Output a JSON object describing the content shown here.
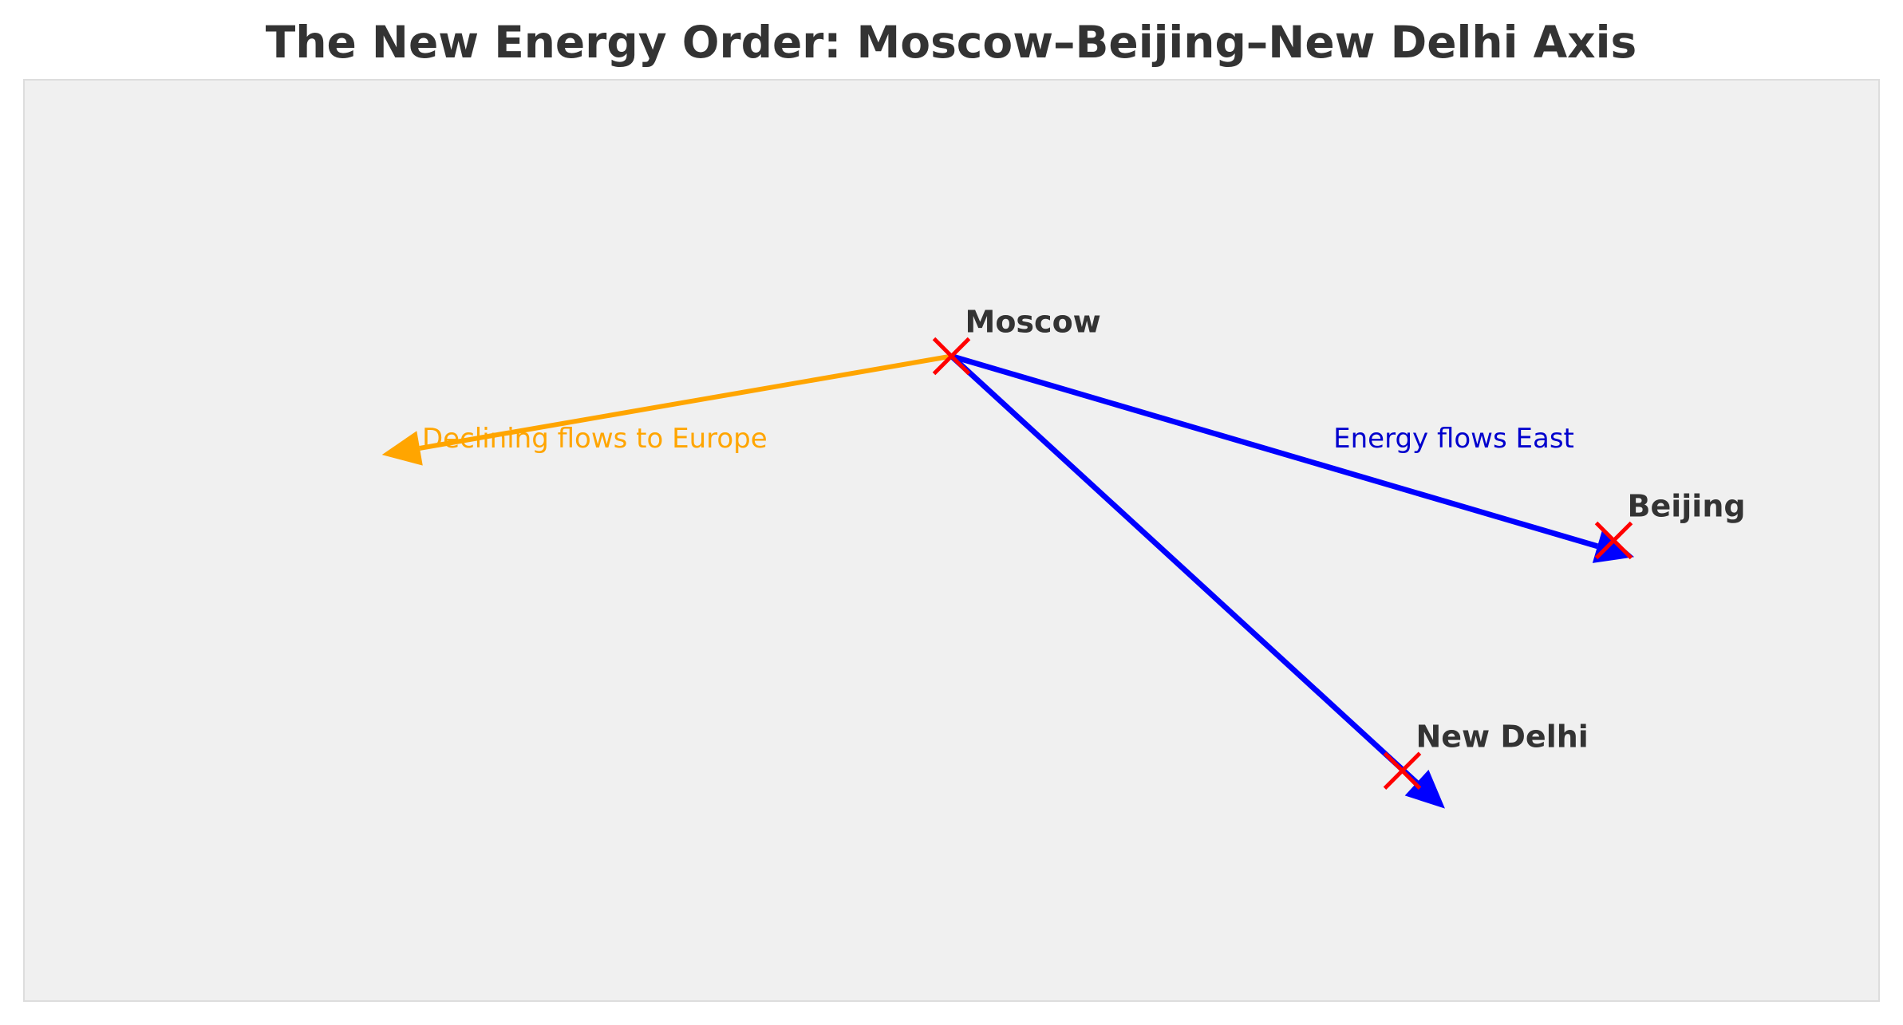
{
  "chart_data": {
    "type": "scatter",
    "title": "The New Energy Order: Moscow–Beijing–New Delhi Axis",
    "xlabel": "",
    "ylabel": "",
    "xlim": [
      0,
      100
    ],
    "ylim": [
      0,
      100
    ],
    "grid": false,
    "axes_visible": false,
    "cities": [
      {
        "name": "Moscow",
        "x": 50,
        "y": 70
      },
      {
        "name": "Beijing",
        "x": 85.7,
        "y": 50
      },
      {
        "name": "New Delhi",
        "x": 74.3,
        "y": 25
      }
    ],
    "arrows": [
      {
        "from": [
          50,
          70
        ],
        "to": [
          86.8,
          48.2
        ],
        "color": "#0000ff",
        "target": "Beijing"
      },
      {
        "from": [
          50,
          70
        ],
        "to": [
          76.6,
          20.9
        ],
        "color": "#0000ff",
        "target": "New Delhi"
      },
      {
        "from": [
          50,
          70
        ],
        "to": [
          19.3,
          59.3
        ],
        "color": "#ffa500",
        "target": "Europe"
      }
    ],
    "annotations": [
      {
        "text": "Energy flows East",
        "color": "#0000cd"
      },
      {
        "text": "Declining flows to Europe",
        "color": "#ffa500"
      }
    ],
    "marker_color": "#ff0000",
    "background": "#f0f0f0"
  }
}
